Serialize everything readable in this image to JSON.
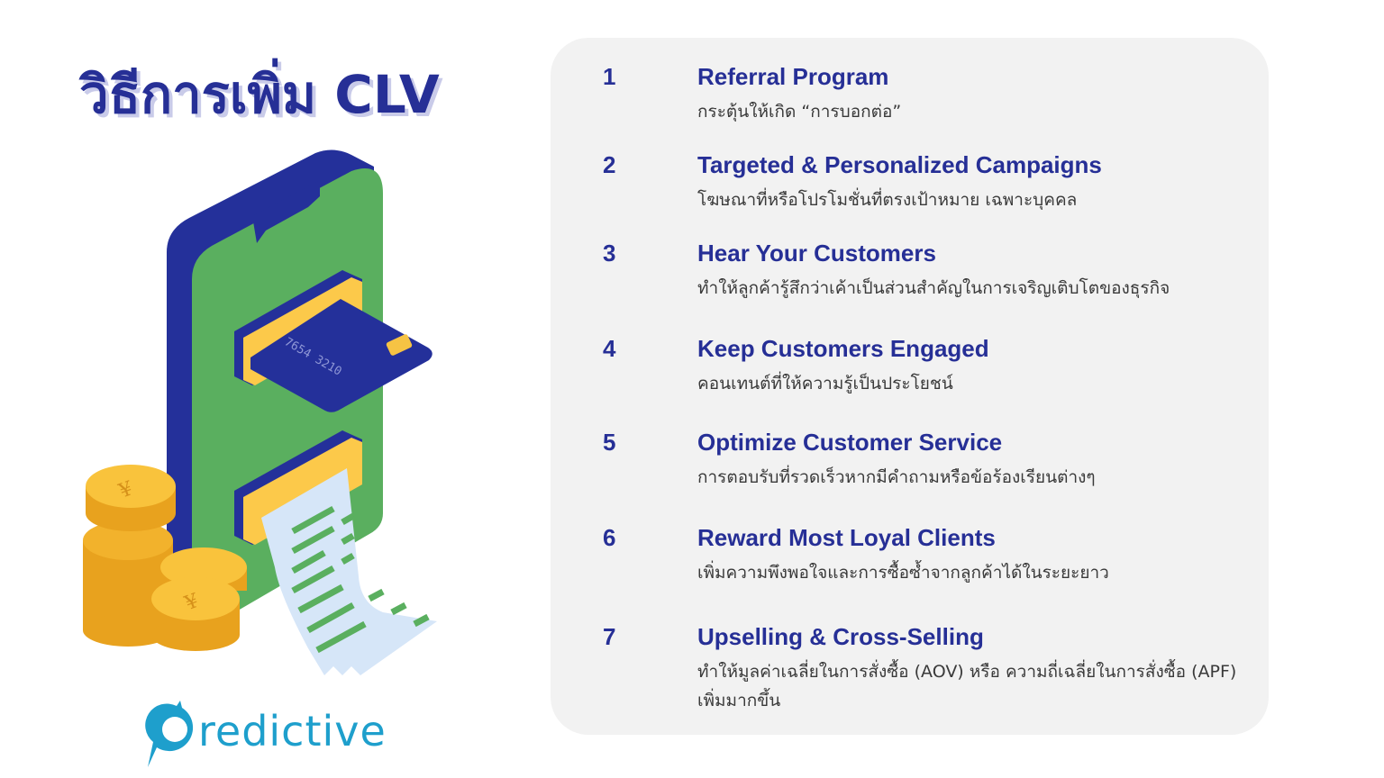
{
  "header": {
    "title": "วิธีการเพิ่ม CLV"
  },
  "illustration": {
    "card_number": "7654 3210",
    "coin_symbol": "¥",
    "colors": {
      "phone_body": "#24309a",
      "phone_screen": "#5aaf5f",
      "slot": "#fcc94a",
      "card": "#24309a",
      "chip": "#f6c344",
      "receipt": "#d6e6f8",
      "receipt_lines": "#5aaf5f",
      "coin_face": "#f9c33c",
      "coin_edge": "#e8a21e"
    }
  },
  "logo": {
    "text": "redictive",
    "color": "#1e9fcc"
  },
  "panel": {
    "background": "#f2f2f2",
    "items": [
      {
        "number": "1",
        "title": "Referral Program",
        "description": "กระตุ้นให้เกิด “การบอกต่อ”"
      },
      {
        "number": "2",
        "title": "Targeted & Personalized Campaigns",
        "description": "โฆษณาที่หรือโปรโมชั่นที่ตรงเป้าหมาย เฉพาะบุคคล"
      },
      {
        "number": "3",
        "title": "Hear Your Customers",
        "description": "ทำให้ลูกค้ารู้สึกว่าเค้าเป็นส่วนสำคัญในการเจริญเติบโตของธุรกิจ"
      },
      {
        "number": "4",
        "title": "Keep Customers Engaged",
        "description": "คอนเทนต์ที่ให้ความรู้เป็นประโยชน์"
      },
      {
        "number": "5",
        "title": "Optimize Customer Service",
        "description": "การตอบรับที่รวดเร็วหากมีคำถามหรือข้อร้องเรียนต่างๆ"
      },
      {
        "number": "6",
        "title": "Reward Most Loyal Clients",
        "description": "เพิ่มความพึงพอใจและการซื้อซ้ำจากลูกค้าได้ในระยะยาว"
      },
      {
        "number": "7",
        "title": "Upselling & Cross-Selling",
        "description": "ทำให้มูลค่าเฉลี่ยในการสั่งซื้อ (AOV) หรือ ความถี่เฉลี่ยในการสั่งซื้อ (APF) เพิ่มมากขึ้น"
      }
    ]
  },
  "theme": {
    "accent": "#262f96",
    "title_shadow": "#c9cbe9",
    "body_text": "#3a3a3a"
  }
}
